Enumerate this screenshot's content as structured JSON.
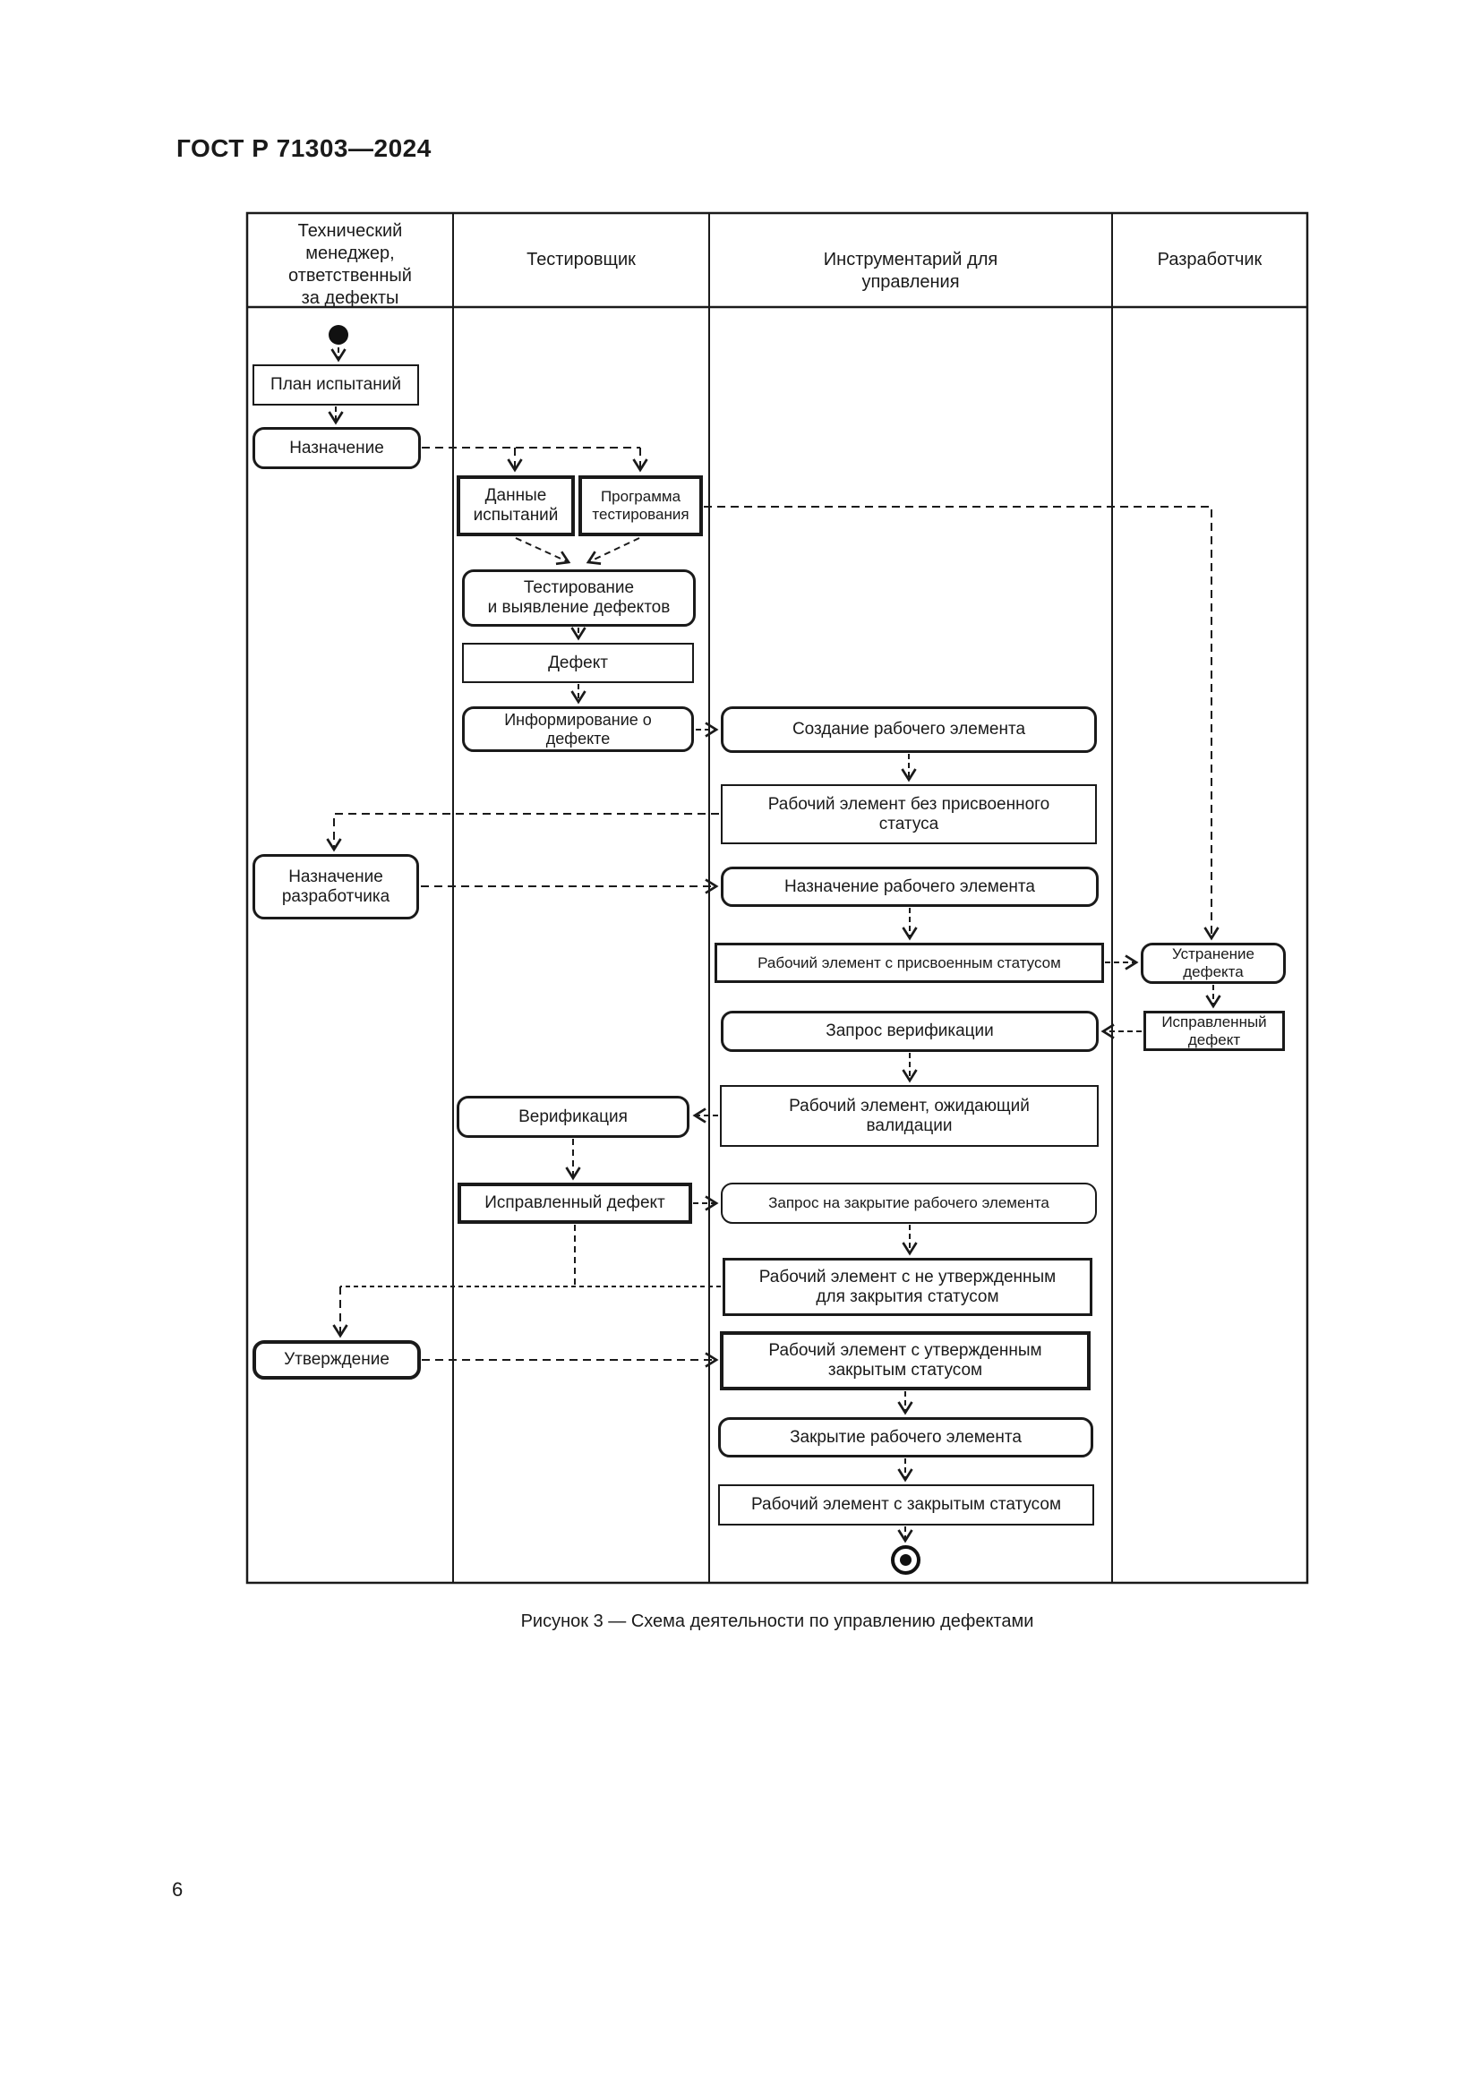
{
  "page": {
    "header": "ГОСТ Р 71303—2024",
    "caption": "Рисунок 3 — Схема деятельности по управлению дефектами",
    "page_number": "6",
    "colors": {
      "ink": "#1a1a1a",
      "paper": "#ffffff"
    }
  },
  "diagram": {
    "lanes": [
      {
        "label": "Технический\nменеджер,\nответственный\nза дефекты"
      },
      {
        "label": "Тестировщик"
      },
      {
        "label": "Инструментарий для управления"
      },
      {
        "label": "Разработчик"
      }
    ],
    "symbols": {
      "initial_node": "filled-circle",
      "final_node": "bullseye-circle"
    },
    "nodes": [
      {
        "label": "План испытаний"
      },
      {
        "label": "Назначение"
      },
      {
        "label": "Данные\nиспытаний"
      },
      {
        "label": "Программа\nтестирования"
      },
      {
        "label": "Тестирование\nи выявление дефектов"
      },
      {
        "label": "Дефект"
      },
      {
        "label": "Информирование о\nдефекте"
      },
      {
        "label": "Создание рабочего элемента"
      },
      {
        "label": "Рабочий элемент без присвоенного\nстатуса"
      },
      {
        "label": "Назначение рабочего элемента"
      },
      {
        "label": "Назначение\nразработчика"
      },
      {
        "label": "Рабочий элемент с присвоенным статусом"
      },
      {
        "label": "Устранение\nдефекта"
      },
      {
        "label": "Запрос верификации"
      },
      {
        "label": "Исправленный\nдефект"
      },
      {
        "label": "Рабочий элемент, ожидающий\nвалидации"
      },
      {
        "label": "Верификация"
      },
      {
        "label": "Исправленный дефект"
      },
      {
        "label": "Запрос на закрытие рабочего элемента"
      },
      {
        "label": "Рабочий элемент с не утвержденным\nдля закрытия статусом"
      },
      {
        "label": "Утверждение"
      },
      {
        "label": "Рабочий элемент с утвержденным\nзакрытым статусом"
      },
      {
        "label": "Закрытие рабочего элемента"
      },
      {
        "label": "Рабочий элемент с закрытым статусом"
      }
    ]
  }
}
